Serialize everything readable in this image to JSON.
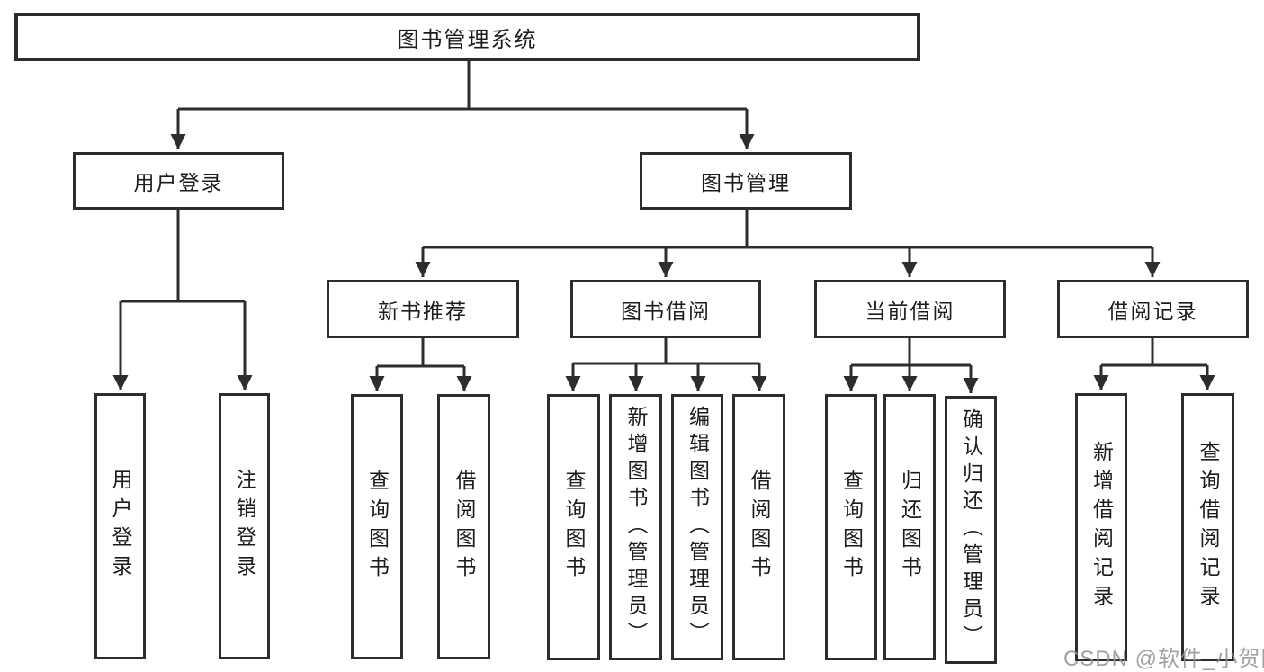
{
  "diagram": {
    "type": "hierarchy-diagram",
    "background_color": "#ffffff",
    "line_color": "#2d2d2d",
    "text_color": "#1c1c1c",
    "watermark_color": "#919191"
  },
  "tree": {
    "label": "图书管理系统",
    "children": [
      {
        "label": "用户登录",
        "children": [
          {
            "label": "用户登录"
          },
          {
            "label": "注销登录"
          }
        ]
      },
      {
        "label": "图书管理",
        "children": [
          {
            "label": "新书推荐",
            "children": [
              {
                "label": "查询图书"
              },
              {
                "label": "借阅图书"
              }
            ]
          },
          {
            "label": "图书借阅",
            "children": [
              {
                "label": "查询图书"
              },
              {
                "label": "新增图书（管理员）"
              },
              {
                "label": "编辑图书（管理员）"
              },
              {
                "label": "借阅图书"
              }
            ]
          },
          {
            "label": "当前借阅",
            "children": [
              {
                "label": "查询图书"
              },
              {
                "label": "归还图书"
              },
              {
                "label": "确认归还（管理员）"
              }
            ]
          },
          {
            "label": "借阅记录",
            "children": [
              {
                "label": "新增借阅记录"
              },
              {
                "label": "查询借阅记录"
              }
            ]
          }
        ]
      }
    ]
  },
  "watermark": {
    "text": "CSDN @软件_小贺同学"
  }
}
